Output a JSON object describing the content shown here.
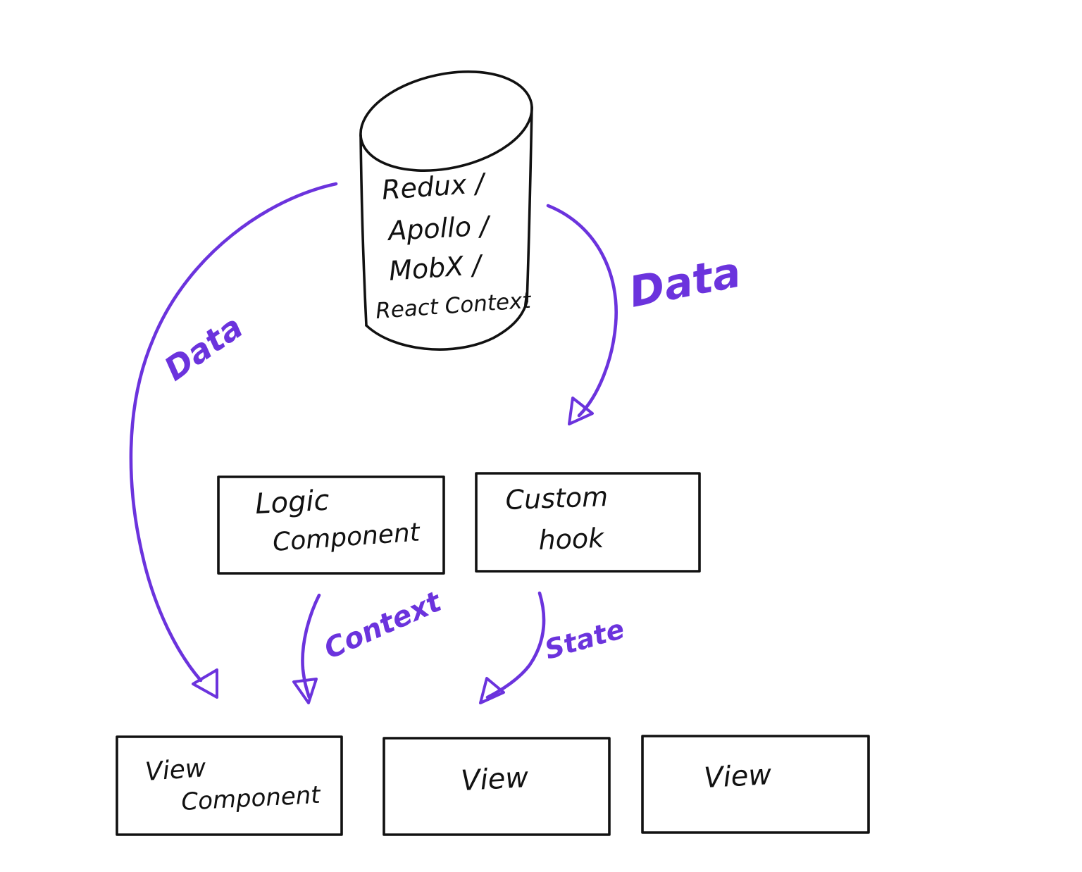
{
  "store_cylinder": {
    "line1": "Redux /",
    "line2": "Apollo /",
    "line3": "MobX /",
    "line4": "React Context"
  },
  "labels": {
    "data_left": "Data",
    "data_right": "Data",
    "context": "Context",
    "state": "State"
  },
  "boxes": {
    "logic": {
      "line1": "Logic",
      "line2": "Component"
    },
    "custom_hook": {
      "line1": "Custom",
      "line2": "hook"
    },
    "view_component": {
      "line1": "View",
      "line2": "Component"
    },
    "view_mid": {
      "label": "View"
    },
    "view_right": {
      "label": "View"
    }
  },
  "colors": {
    "ink": "#111111",
    "accent": "#6b33dd"
  }
}
